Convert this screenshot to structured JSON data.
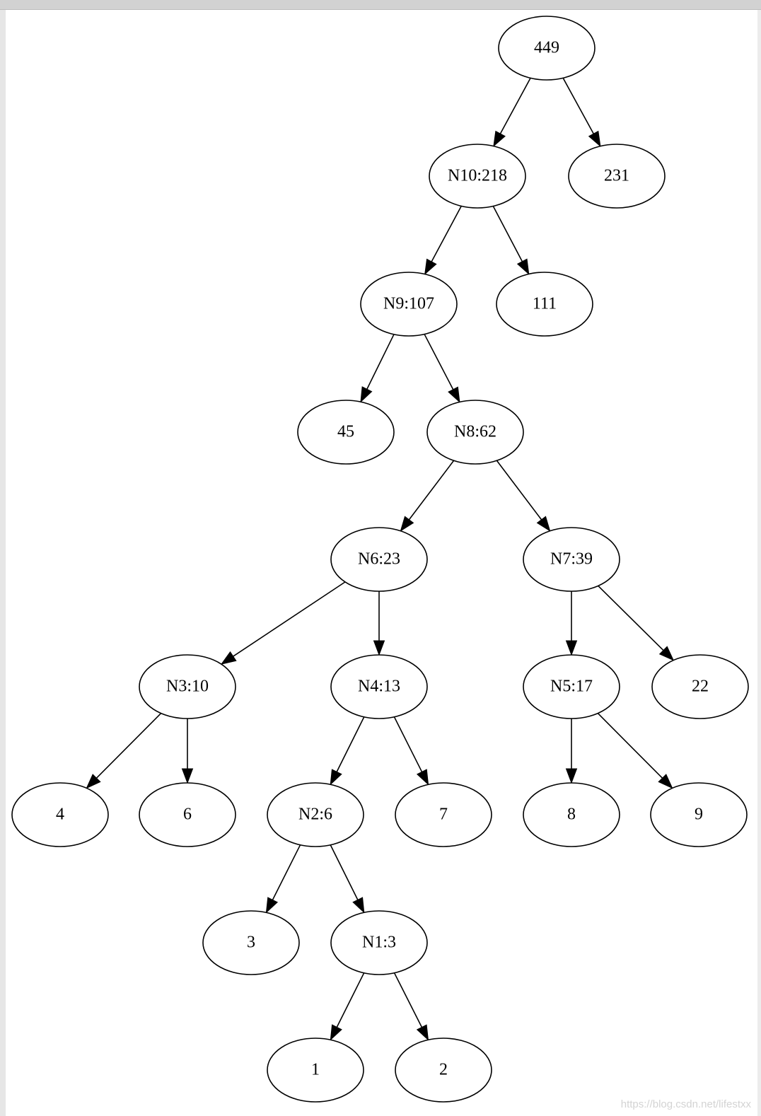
{
  "colors": {
    "node_fill": "#ffffff",
    "stroke": "#000000",
    "background": "#ffffff",
    "watermark": "#d3d3d3"
  },
  "tree": {
    "nodes": [
      {
        "id": "root",
        "label": "449"
      },
      {
        "id": "n10",
        "label": "N10:218"
      },
      {
        "id": "l231",
        "label": "231"
      },
      {
        "id": "n9",
        "label": "N9:107"
      },
      {
        "id": "l111",
        "label": "111"
      },
      {
        "id": "l45",
        "label": "45"
      },
      {
        "id": "n8",
        "label": "N8:62"
      },
      {
        "id": "n6",
        "label": "N6:23"
      },
      {
        "id": "n7",
        "label": "N7:39"
      },
      {
        "id": "n3",
        "label": "N3:10"
      },
      {
        "id": "n4",
        "label": "N4:13"
      },
      {
        "id": "n5",
        "label": "N5:17"
      },
      {
        "id": "l22",
        "label": "22"
      },
      {
        "id": "l4",
        "label": "4"
      },
      {
        "id": "l6",
        "label": "6"
      },
      {
        "id": "n2",
        "label": "N2:6"
      },
      {
        "id": "l7",
        "label": "7"
      },
      {
        "id": "l8",
        "label": "8"
      },
      {
        "id": "l9",
        "label": "9"
      },
      {
        "id": "l3",
        "label": "3"
      },
      {
        "id": "n1",
        "label": "N1:3"
      },
      {
        "id": "l1",
        "label": "1"
      },
      {
        "id": "l2",
        "label": "2"
      }
    ],
    "edges": [
      {
        "from": "root",
        "to": "n10"
      },
      {
        "from": "root",
        "to": "l231"
      },
      {
        "from": "n10",
        "to": "n9"
      },
      {
        "from": "n10",
        "to": "l111"
      },
      {
        "from": "n9",
        "to": "l45"
      },
      {
        "from": "n9",
        "to": "n8"
      },
      {
        "from": "n8",
        "to": "n6"
      },
      {
        "from": "n8",
        "to": "n7"
      },
      {
        "from": "n6",
        "to": "n3"
      },
      {
        "from": "n6",
        "to": "n4"
      },
      {
        "from": "n7",
        "to": "n5"
      },
      {
        "from": "n7",
        "to": "l22"
      },
      {
        "from": "n3",
        "to": "l4"
      },
      {
        "from": "n3",
        "to": "l6"
      },
      {
        "from": "n4",
        "to": "n2"
      },
      {
        "from": "n4",
        "to": "l7"
      },
      {
        "from": "n5",
        "to": "l8"
      },
      {
        "from": "n5",
        "to": "l9"
      },
      {
        "from": "n2",
        "to": "l3"
      },
      {
        "from": "n2",
        "to": "n1"
      },
      {
        "from": "n1",
        "to": "l1"
      },
      {
        "from": "n1",
        "to": "l2"
      }
    ]
  },
  "watermark": "https://blog.csdn.net/lifestxx"
}
